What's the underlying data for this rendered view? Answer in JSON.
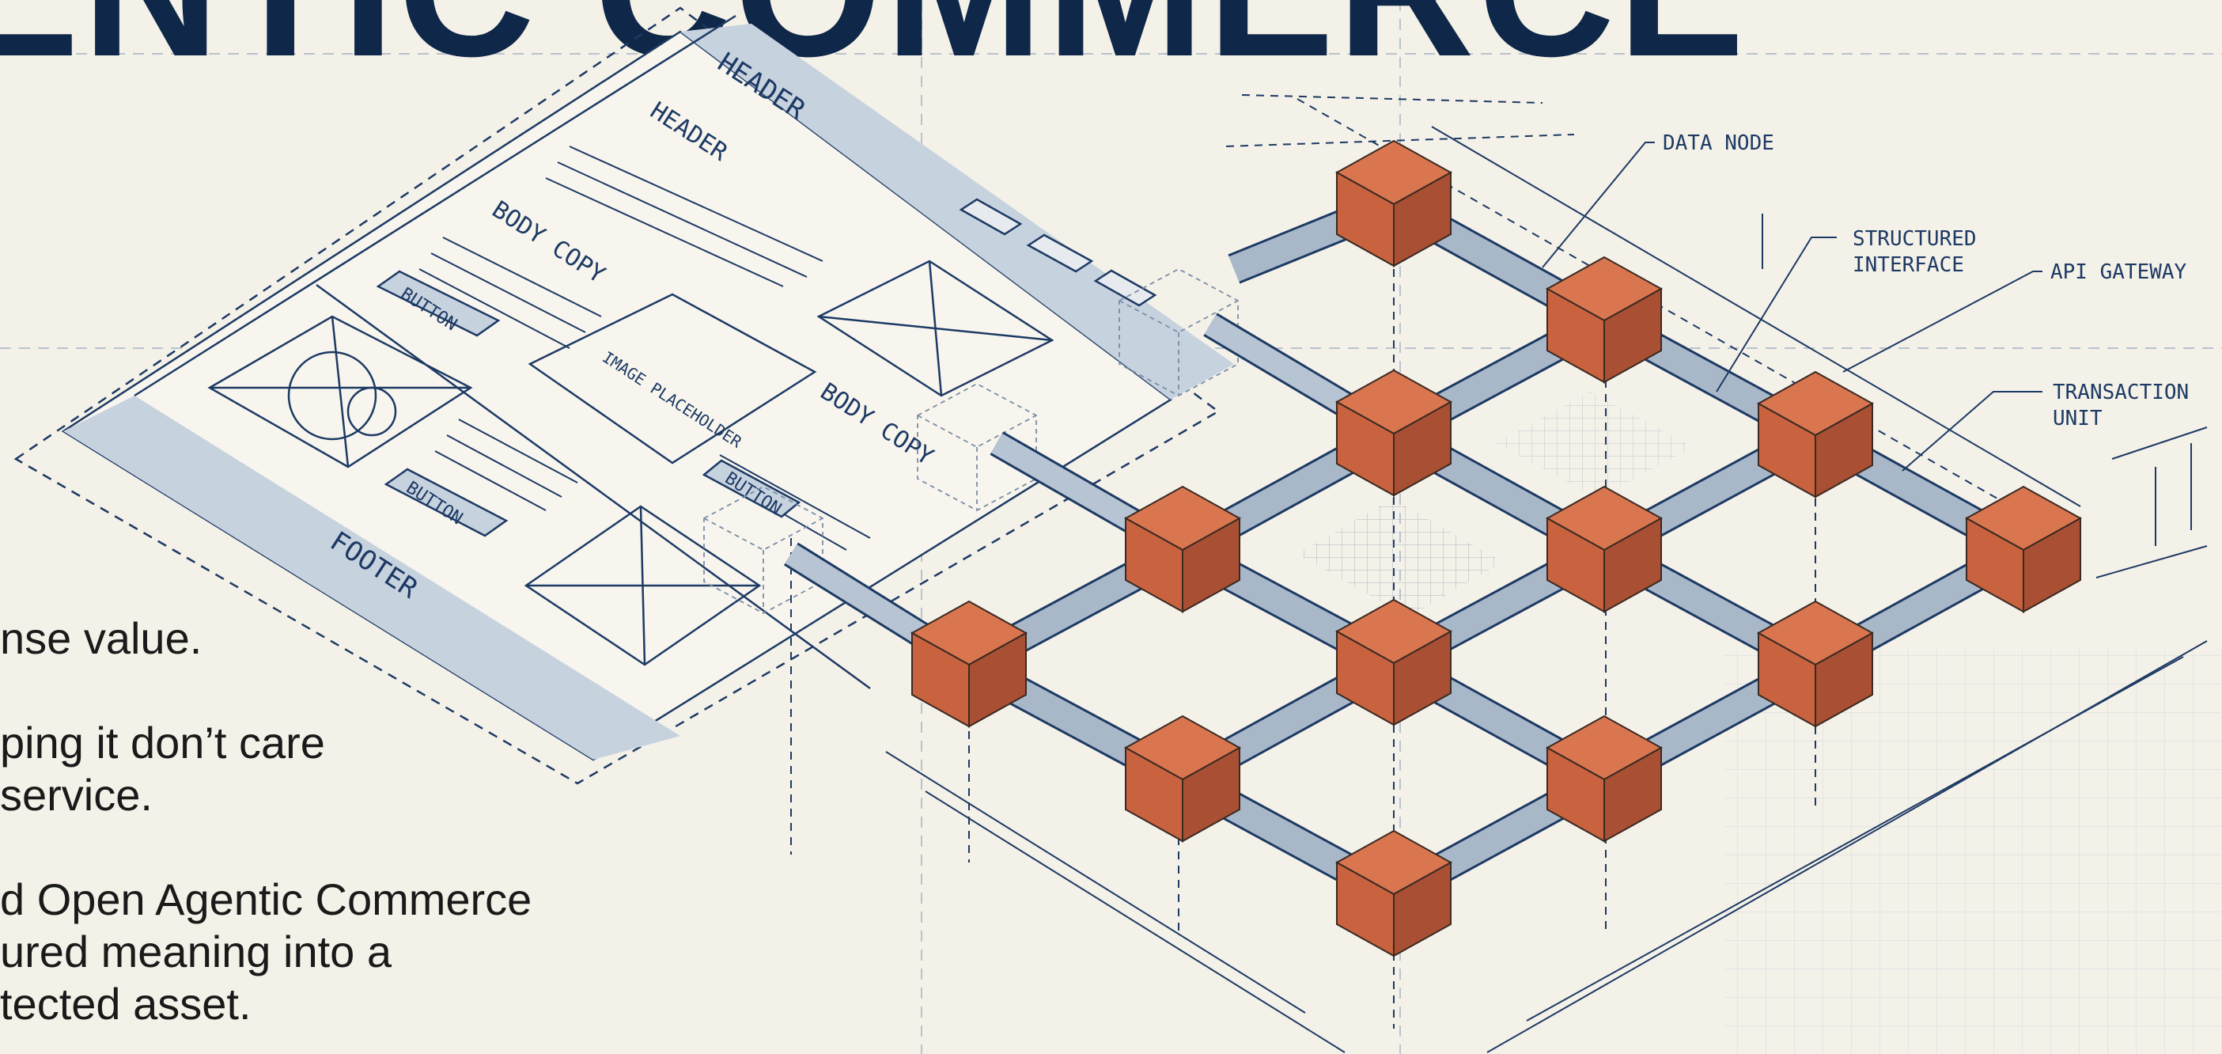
{
  "colors": {
    "background": "#f4f1e8",
    "ink": "#1d3a64",
    "headline": "#0f2748",
    "node_fill": "#c8623f",
    "node_top": "#d9754f",
    "node_side": "#a94f33",
    "beam": "#a9b8c9",
    "panel": "#c7d2df"
  },
  "headline": {
    "text": "ENTIC COMMERCE"
  },
  "paragraphs": [
    {
      "lines": [
        "nse value."
      ]
    },
    {
      "lines": [
        "ping it don’t care",
        "service."
      ]
    },
    {
      "lines": [
        "d Open Agentic Commerce",
        "ured meaning into a",
        "tected asset."
      ]
    }
  ],
  "wireframe": {
    "header_band": "HEADER",
    "header": "HEADER",
    "body_copy_1": "BODY COPY",
    "button_1": "BUTTON",
    "image_placeholder": "IMAGE PLACEHOLDER",
    "body_copy_2": "BODY COPY",
    "button_2": "BUTTON",
    "button_3": "BUTTON",
    "footer": "FOOTER"
  },
  "callouts": {
    "data_node": "DATA NODE",
    "structured_interface_1": "STRUCTURED",
    "structured_interface_2": "INTERFACE",
    "api_gateway": "API GATEWAY",
    "transaction_unit_1": "TRANSACTION",
    "transaction_unit_2": "UNIT"
  }
}
